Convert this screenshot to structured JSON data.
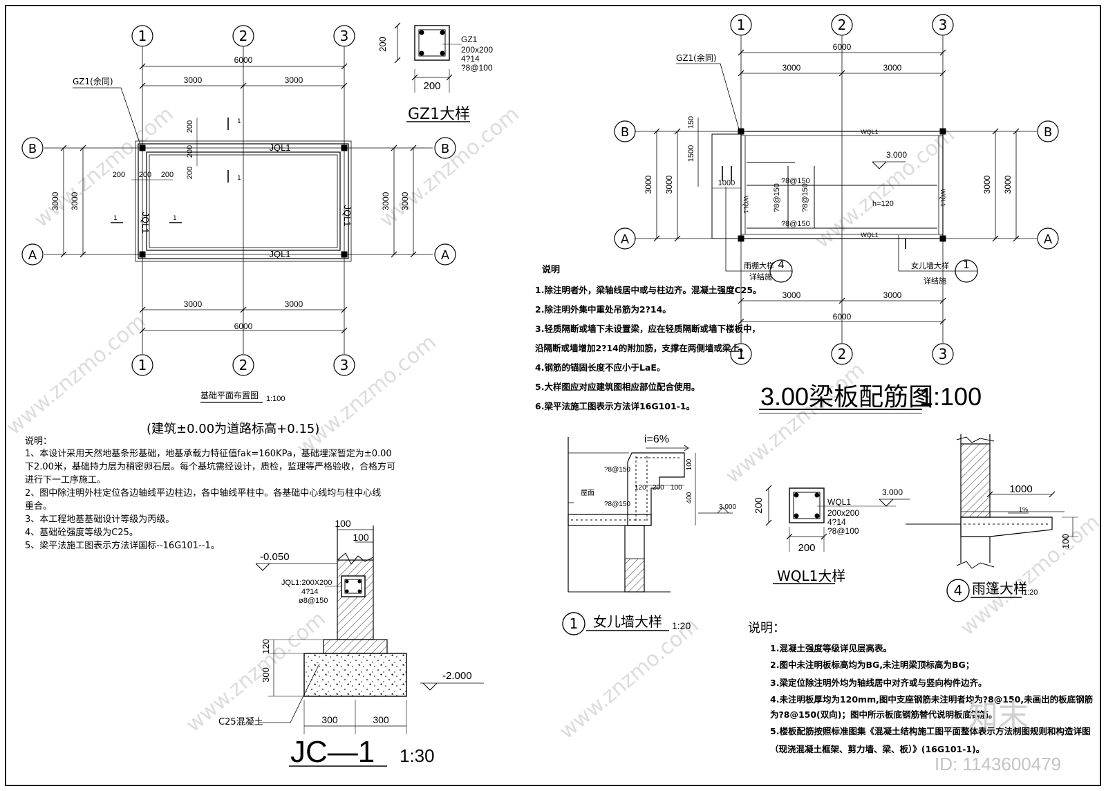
{
  "foundation_plan": {
    "axes_x": [
      "1",
      "2",
      "3"
    ],
    "axes_y": [
      "B",
      "A"
    ],
    "dim_total": "6000",
    "dim_span": "3000",
    "dim_side": "3000",
    "dim_200": "200",
    "column_label": "GZ1(余同)",
    "beam_label": "JQL1",
    "section_mark": "1",
    "title": "基础平面布置图",
    "title_scale": "1:100",
    "subtitle": "(建筑±0.00为道路标高+0.15)"
  },
  "gz1_detail": {
    "label": "GZ1",
    "size": "200x200",
    "rebar": "4?14",
    "stirrup": "?8@100",
    "dim": "200",
    "title": "GZ1大样"
  },
  "notes_left": {
    "heading": "说明：",
    "lines": [
      "1、本设计采用天然地基条形基础，地基承载力特征值fak=160KPa，基础埋深暂定为±0.00",
      "下2.00米，基础持力层为稍密卵石层。每个基坑需经设计，质检，监理等严格验收，合格方可",
      "进行下一工序施工。",
      "2、图中除注明外柱定位各边轴线平边柱边，各中轴线平柱中。各基础中心线均与柱中心线",
      "重合。",
      "3、本工程地基基础设计等级为丙级。",
      "4、基础砼强度等级为C25。",
      "5、梁平法施工图表示方法详国标--16G101--1。"
    ]
  },
  "jc1": {
    "dim_100a": "100",
    "dim_100b": "100",
    "elev_top": "-0.050",
    "beam_label": "JQL1:200X200",
    "beam_rebar": "4?14",
    "beam_stirrup": "ø8@150",
    "dim_120": "120",
    "dim_300v": "300",
    "elev_bottom": "-2.000",
    "concrete": "C25混凝土",
    "dim_300a": "300",
    "dim_300b": "300",
    "title": "JC—1",
    "scale": "1:30"
  },
  "beam_plan": {
    "dim_total": "6000",
    "dim_span": "3000",
    "dim_side": "3000",
    "dim_150": "150",
    "dim_1500": "1500",
    "dim_1000": "1000",
    "column_label": "GZ1(余同)",
    "beam_label": "WQL1",
    "elev": "3.000",
    "rebar_a": "?8@150",
    "rebar_b": "?8@150",
    "slab_h": "h=120",
    "canopy_label": "雨棚大样",
    "canopy_ref": "详结施",
    "canopy_num": "4",
    "parapet_label": "女儿墙大样",
    "parapet_ref": "详结施",
    "parapet_num": "1",
    "title": "3.00梁板配筋图",
    "scale": "1:100"
  },
  "notes_mid": {
    "heading": "说明",
    "lines": [
      "1.除注明者外，梁轴线居中或与柱边齐。混凝土强度C25。",
      "2.除注明外集中重处吊筋为2?14。",
      "3.轻质隔断或墙下未设置梁，应在轻质隔断或墙下楼板中，",
      "   沿隔断或墙增加2?14的附加筋，支撑在两侧墙或梁上。",
      "4.钢筋的锚固长度不应小于LaE。",
      "5.大样图应对应建筑图相应部位配合使用。",
      "6.梁平法施工图表示方法详16G101-1。"
    ]
  },
  "parapet": {
    "slope": "i=6%",
    "rebar_a": "?8@150",
    "rebar_b": "?8@150",
    "roof": "屋面",
    "dim_120": "120",
    "dim_200": "200",
    "dim_100": "100",
    "dim_400": "400",
    "dim_100b": "100",
    "elev": "3.000",
    "num": "1",
    "title": "女儿墙大样",
    "scale": "1:20"
  },
  "wql1": {
    "label": "WQL1",
    "size": "200x200",
    "rebar": "4?14",
    "stirrup": "?8@100",
    "dim_v": "200",
    "dim_h": "200",
    "elev": "3.000",
    "title": "WQL1大样"
  },
  "canopy": {
    "dim_1000": "1000",
    "slope": "1%",
    "dim_100": "100",
    "num": "4",
    "title": "雨篷大样",
    "scale": "1:20"
  },
  "notes_right": {
    "heading": "说明：",
    "lines": [
      "1.混凝土强度等级详见层高表。",
      "2.图中未注明板标高均为BG,未注明梁顶标高为BG；",
      "3.梁定位除注明外均为轴线居中对齐或与竖向构件边齐。",
      "4.未注明板厚均为120mm,图中支座钢筋未注明者均为?8@150,未画出的板底钢筋",
      "   为?8@150(双向)；图中所示板底钢筋替代说明板底钢筋。",
      "5.楼板配筋按照标准图集《混凝土结构施工图平面整体表示方法制图规则和构造详图",
      "（现浇混凝土框架、剪力墙、梁、板）》(16G101-1)。"
    ]
  },
  "watermark": {
    "text": "www.znzmo.com",
    "logo": "知末",
    "id": "ID: 1143600479"
  }
}
